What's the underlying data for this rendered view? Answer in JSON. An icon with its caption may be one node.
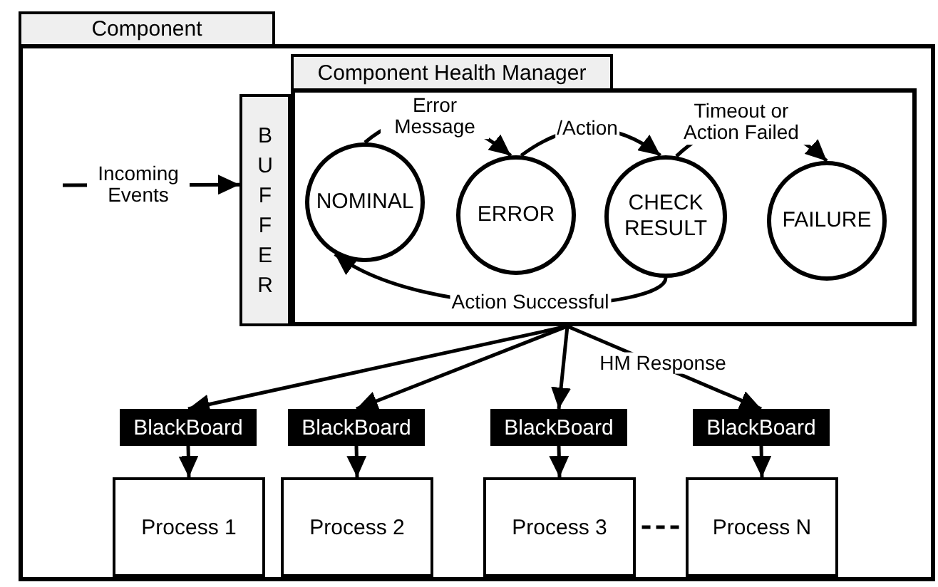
{
  "diagram": {
    "nodes": [
      {
        "text": [
          "Component"
        ]
      },
      {
        "text": [
          "Component Health Manager"
        ],
        "in": 0
      },
      {
        "text": [
          "BUFFER"
        ],
        "in": 0
      },
      {
        "text": [
          "NOMINAL"
        ],
        "in": 1
      },
      {
        "text": [
          "ERROR"
        ],
        "in": 1
      },
      {
        "text": [
          "CHECK RESULT"
        ],
        "in": 1
      },
      {
        "text": [
          "FAILURE"
        ],
        "in": 1
      },
      {
        "text": [
          "BlackBoard"
        ],
        "in": 0
      },
      {
        "text": [
          "BlackBoard"
        ],
        "in": 0
      },
      {
        "text": [
          "BlackBoard"
        ],
        "in": 0
      },
      {
        "text": [
          "BlackBoard"
        ],
        "in": 0
      },
      {
        "text": [
          "Process 1"
        ],
        "in": 0
      },
      {
        "text": [
          "Process 2"
        ],
        "in": 0
      },
      {
        "text": [
          "Process 3"
        ],
        "in": 0
      },
      {
        "text": [
          "Process N"
        ],
        "in": 0
      }
    ],
    "edges": [
      {
        "from": 3,
        "to": 4,
        "arrow": "to",
        "label": "Error Message"
      },
      {
        "from": 4,
        "to": 5,
        "arrow": "to",
        "label": "/Action"
      },
      {
        "from": 5,
        "to": 6,
        "arrow": "to",
        "label": "Timeout or Action Failed"
      },
      {
        "from": 5,
        "to": 3,
        "arrow": "to",
        "label": "Action Successful"
      },
      {
        "from": 1,
        "to": 7,
        "arrow": "to"
      },
      {
        "from": 1,
        "to": 8,
        "arrow": "to"
      },
      {
        "from": 1,
        "to": 9,
        "arrow": "to"
      },
      {
        "from": 1,
        "to": 10,
        "arrow": "to",
        "label": "HM Response"
      },
      {
        "from": 7,
        "to": 11,
        "arrow": "to"
      },
      {
        "from": 8,
        "to": 12,
        "arrow": "to"
      },
      {
        "from": 9,
        "to": 13,
        "arrow": "to"
      },
      {
        "from": 10,
        "to": 14,
        "arrow": "to"
      },
      {
        "from": null,
        "to": 2,
        "arrow": "to",
        "label": "Incoming Events"
      },
      {
        "from": 13,
        "to": 14,
        "arrow": "none",
        "style": "dashed"
      }
    ]
  }
}
